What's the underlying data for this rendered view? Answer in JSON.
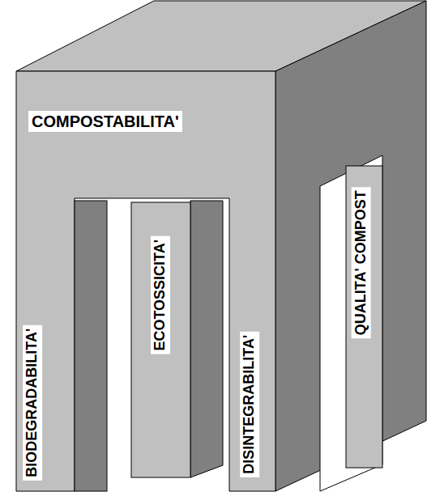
{
  "diagram": {
    "nodes": [
      {
        "text": [
          "COMPOSTABILITA'"
        ]
      },
      {
        "text": [
          "BIODEGRADABILITA'"
        ]
      },
      {
        "text": [
          "ECOTOSSICITA'"
        ]
      },
      {
        "text": [
          "DISINTEGRABILITA'"
        ]
      },
      {
        "text": [
          "QUALITA' COMPOST"
        ]
      }
    ]
  }
}
